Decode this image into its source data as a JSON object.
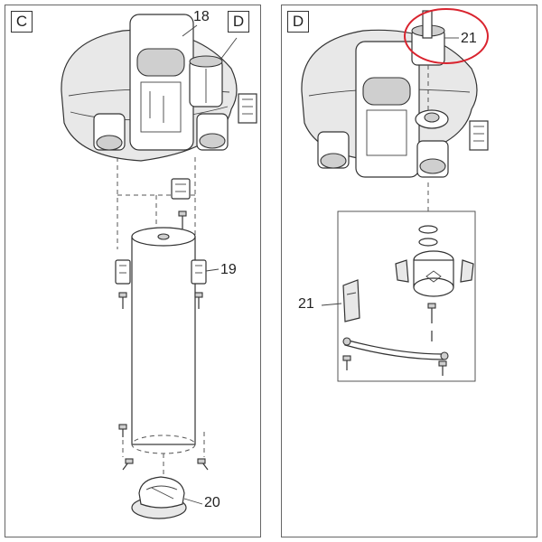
{
  "panels": [
    {
      "letter": "C",
      "callouts": {
        "part_18": "18",
        "part_19": "19",
        "part_20": "20",
        "ref": "D"
      }
    },
    {
      "letter": "D",
      "callouts": {
        "part_21_top": "21",
        "part_21_side": "21"
      }
    }
  ],
  "colors": {
    "highlight": "#d9232e",
    "line": "#333333",
    "shade": "#e8e8e8"
  }
}
